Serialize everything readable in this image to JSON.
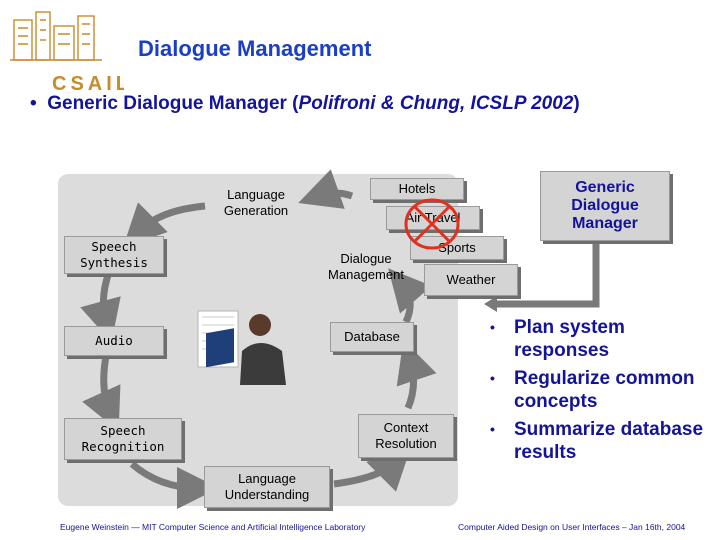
{
  "header": {
    "logo_text": "CSAIL",
    "title": "Dialogue Management",
    "subtitle_bullet": "•",
    "subtitle_main": "Generic Dialogue Manager (",
    "subtitle_italic": "Polifroni & Chung, ICSLP 2002",
    "subtitle_close": ")"
  },
  "diagram": {
    "boxes": {
      "language_generation": "Language Generation",
      "speech_synthesis": "Speech Synthesis",
      "audio": "Audio",
      "speech_recognition": "Speech Recognition",
      "language_understanding": "Language Understanding",
      "context_resolution": "Context Resolution",
      "database": "Database",
      "dialogue_management": "Dialogue Management",
      "hotels": "Hotels",
      "air_travel": "Air Travel",
      "sports": "Sports",
      "weather": "Weather"
    },
    "generic_dm": "Generic Dialogue Manager"
  },
  "bullets": [
    {
      "dot": "•",
      "text": "Plan system responses"
    },
    {
      "dot": "•",
      "text": "Regularize common concepts"
    },
    {
      "dot": "•",
      "text": "Summarize database results"
    }
  ],
  "footer": {
    "left": "Eugene Weinstein — MIT Computer Science and Artificial Intelligence Laboratory",
    "right": "Computer Aided Design on User Interfaces – Jan 16th, 2004"
  },
  "colors": {
    "title": "#1a3fc4",
    "text_blue": "#14149a",
    "logo_orange": "#c98a2a",
    "box_fill": "#d4d4d4",
    "arrow": "#7a7a7a",
    "cross": "#e0301e"
  }
}
